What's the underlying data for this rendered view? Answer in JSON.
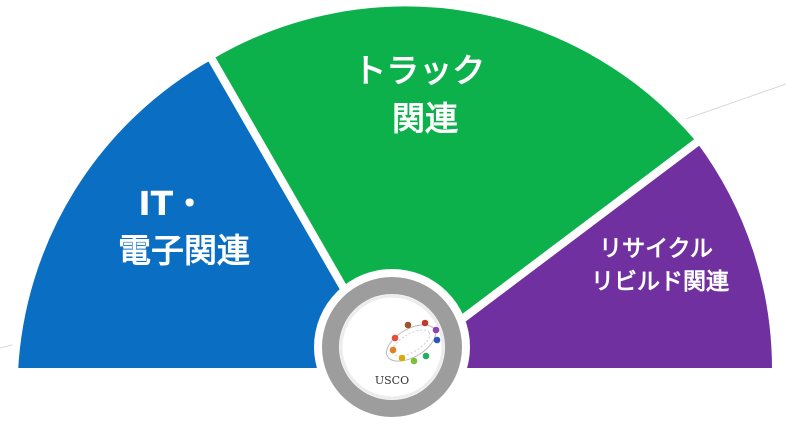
{
  "segments": {
    "it": {
      "label_line1": "IT・",
      "label_line2": "電子関連",
      "color": "#0a6fc2"
    },
    "truck": {
      "label_line1": "トラック",
      "label_line2": "関連",
      "color": "#0db14b"
    },
    "recycle": {
      "label_line1": "リサイクル",
      "label_line2": "リビルド関連",
      "color": "#7030a0"
    }
  },
  "center": {
    "logo_text": "USCO",
    "ring_color": "#9d9d9d"
  },
  "colors": {
    "background": "#ffffff",
    "divider": "#ffffff",
    "guide_line": "#d7d7d7"
  }
}
